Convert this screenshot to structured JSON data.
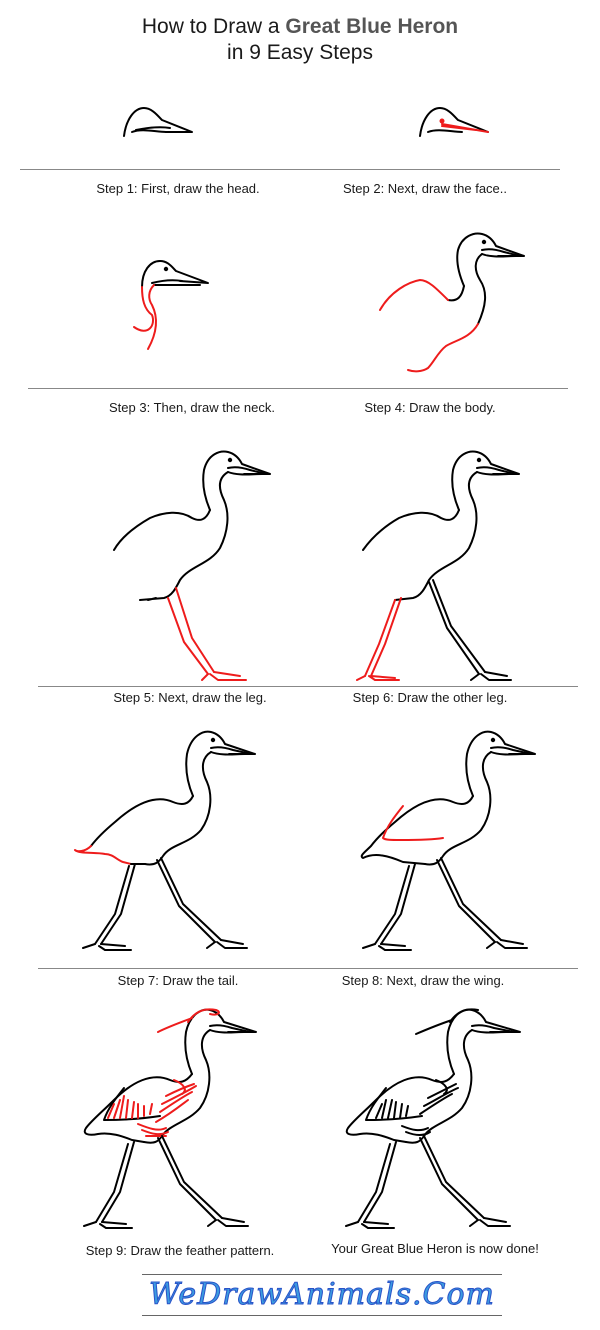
{
  "header": {
    "title_prefix": "How to Draw a ",
    "title_bold": "Great Blue Heron",
    "title_line2": "in 9 Easy Steps"
  },
  "steps": [
    {
      "label": "Step 1: First, draw the head."
    },
    {
      "label": "Step 2: Next, draw the face.."
    },
    {
      "label": "Step 3: Then, draw the neck."
    },
    {
      "label": "Step 4: Draw the body."
    },
    {
      "label": "Step 5: Next, draw the leg."
    },
    {
      "label": "Step 6: Draw the other leg."
    },
    {
      "label": "Step 7: Draw the tail."
    },
    {
      "label": "Step 8: Next,  draw the wing."
    },
    {
      "label": "Step 9: Draw the feather pattern."
    },
    {
      "label": "Your Great Blue Heron is now done!"
    }
  ],
  "footer": {
    "logo_text": "WeDrawAnimals.Com"
  },
  "colors": {
    "outline": "#000000",
    "highlight": "#ee1c1c",
    "logo_fill": "#3b9be0",
    "logo_stroke": "#2a52c8",
    "separator": "#888888"
  }
}
